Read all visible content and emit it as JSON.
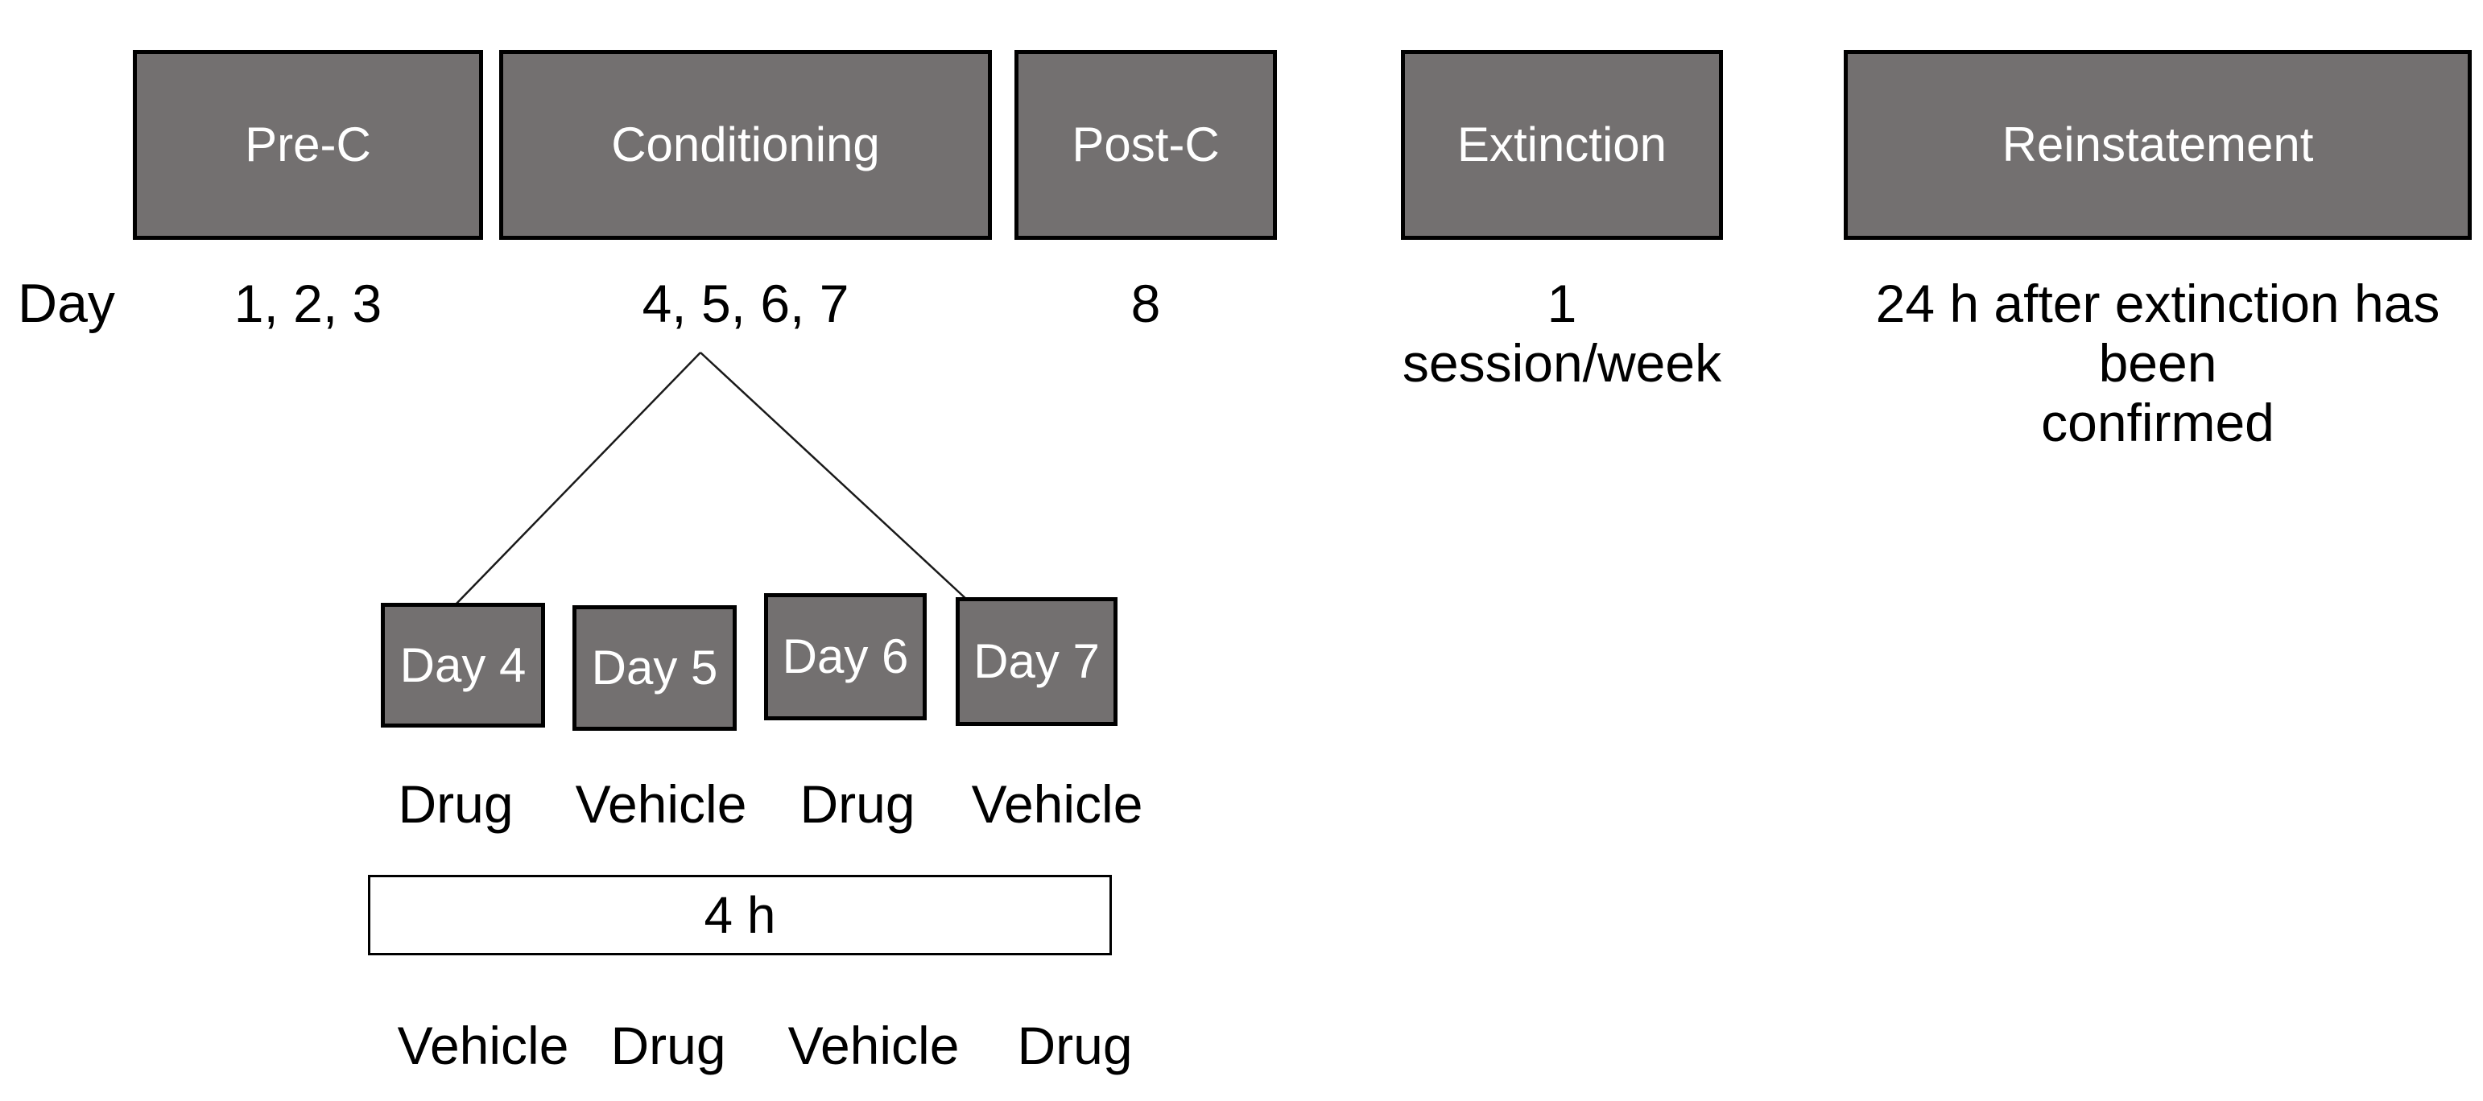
{
  "colors": {
    "background": "#ffffff",
    "box_fill": "#737070",
    "box_border": "#000000",
    "interval_fill": "#ffffff",
    "text_dark": "#000000",
    "text_light": "#ffffff",
    "line": "#1a1a1a"
  },
  "diagram": {
    "day_axis_label": "Day",
    "phases": [
      {
        "name": "Pre-C",
        "days": "1, 2, 3"
      },
      {
        "name": "Conditioning",
        "days": "4, 5, 6, 7"
      },
      {
        "name": "Post-C",
        "days": "8"
      },
      {
        "name": "Extinction",
        "days_line1": "1",
        "days_line2": "session/week"
      },
      {
        "name": "Reinstatement",
        "days_line1": "24 h after extinction has been",
        "days_line2": "confirmed"
      }
    ],
    "detail": {
      "day_boxes": [
        "Day 4",
        "Day 5",
        "Day 6",
        "Day 7"
      ],
      "first_injection": [
        "Drug",
        "Vehicle",
        "Drug",
        "Vehicle"
      ],
      "interval_label": "4 h",
      "second_injection": [
        "Vehicle",
        "Drug",
        "Vehicle",
        "Drug"
      ]
    }
  }
}
